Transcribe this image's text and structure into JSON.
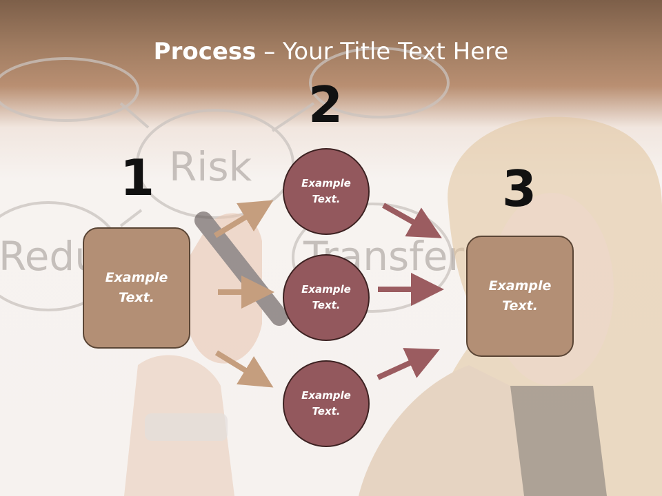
{
  "slide": {
    "title_bold": "Process",
    "title_separator": " – ",
    "title_rest": "Your Title Text Here"
  },
  "steps": {
    "one": {
      "number": "1",
      "text": "Example Text."
    },
    "two": {
      "number": "2"
    },
    "three": {
      "number": "3",
      "text": "Example Text."
    }
  },
  "circles": [
    {
      "text": "Example Text."
    },
    {
      "text": "Example Text."
    },
    {
      "text": "Example Text."
    }
  ],
  "background_words": [
    "Risk",
    "Redu",
    "Transfer"
  ],
  "colors": {
    "header_brown": "#a17d62",
    "box_tan": "#b38f75",
    "circle_maroon": "#93585d",
    "arrow_tan": "#c59e7e",
    "arrow_maroon": "#9b5c60"
  }
}
